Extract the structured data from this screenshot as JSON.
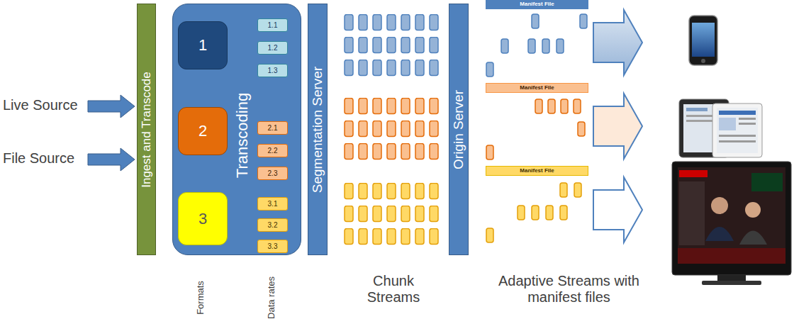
{
  "diagram": {
    "nodes": [
      {
        "text": [
          "Ingest and Transcode"
        ]
      },
      {
        "text": [
          "Transcoding"
        ]
      },
      {
        "text": [
          "1"
        ],
        "in": 1
      },
      {
        "text": [
          "1.1"
        ],
        "in": 1
      },
      {
        "text": [
          "1.2"
        ],
        "in": 1
      },
      {
        "text": [
          "1.3"
        ],
        "in": 1
      },
      {
        "text": [
          "2"
        ],
        "in": 1
      },
      {
        "text": [
          "2.1"
        ],
        "in": 1
      },
      {
        "text": [
          "2.2"
        ],
        "in": 1
      },
      {
        "text": [
          "2.3"
        ],
        "in": 1
      },
      {
        "text": [
          "3"
        ],
        "in": 1
      },
      {
        "text": [
          "3.1"
        ],
        "in": 1
      },
      {
        "text": [
          "3.2"
        ],
        "in": 1
      },
      {
        "text": [
          "3.3"
        ],
        "in": 1
      },
      {
        "text": [
          "Segmentation Server"
        ]
      },
      {
        "text": [
          "Origin Server"
        ]
      },
      {
        "text": [
          "Manifest File"
        ]
      },
      {
        "text": [
          "Manifest File"
        ]
      },
      {
        "text": [
          "Manifest File"
        ]
      }
    ],
    "labels": [
      "Live Source",
      "File Source",
      "Formats",
      "Data rates",
      "Chunk Streams",
      "Adaptive Streams with manifest files"
    ]
  }
}
